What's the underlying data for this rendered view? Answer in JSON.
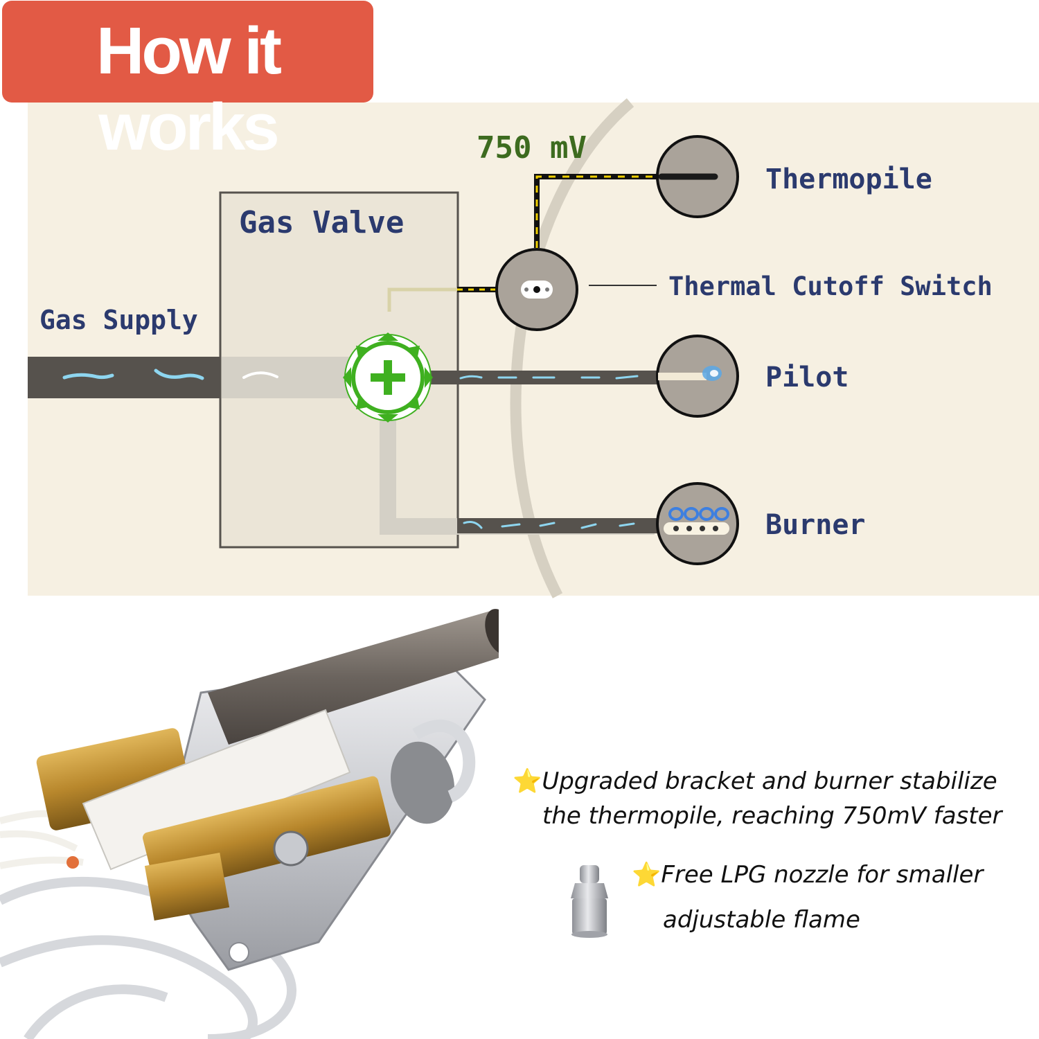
{
  "header": {
    "title": "How it works"
  },
  "diagram": {
    "voltage_label": "750 mV",
    "gas_valve_label": "Gas Valve",
    "gas_supply_label": "Gas Supply",
    "thermopile_label": "Thermopile",
    "thermal_cutoff_label": "Thermal Cutoff Switch",
    "pilot_label": "Pilot",
    "burner_label": "Burner",
    "colors": {
      "pipe": "#56524d",
      "gas_flow": "#8ed6f0",
      "valve_green": "#3fb020",
      "panel": "#f6f0e2",
      "label": "#2b3a6e"
    }
  },
  "features": [
    {
      "icon": "star-icon",
      "line1": "Upgraded bracket and burner stabilize",
      "line2": "the thermopile, reaching 750mV faster"
    },
    {
      "icon": "star-icon",
      "line1": "Free LPG nozzle for smaller",
      "line2": "adjustable flame"
    }
  ],
  "colors": {
    "header_bg": "#e25a45",
    "star": "#f5c01a"
  }
}
